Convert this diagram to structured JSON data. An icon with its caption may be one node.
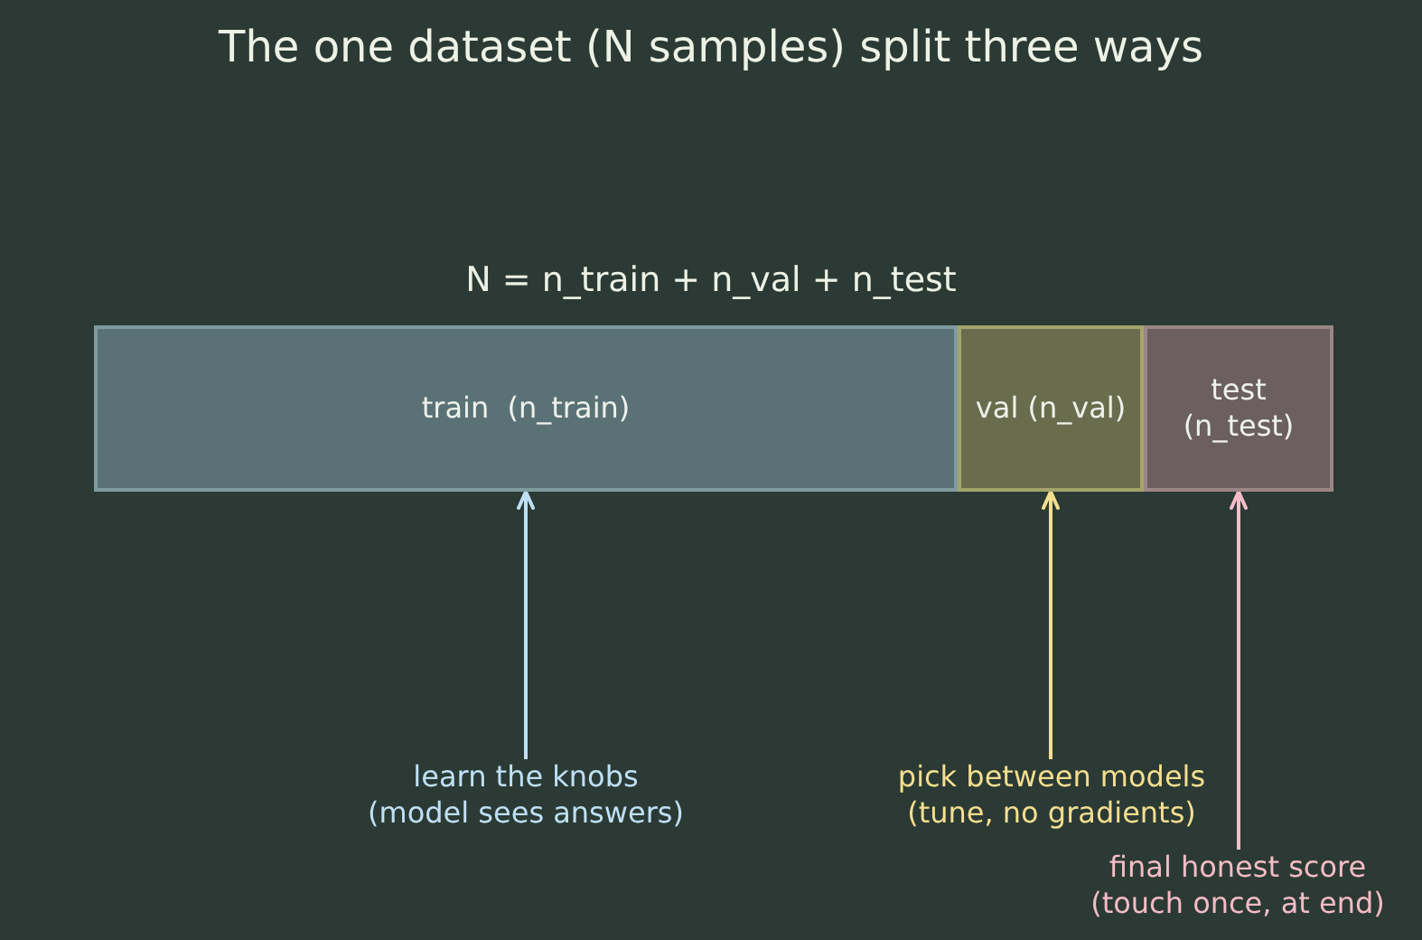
{
  "diagram": {
    "title": "The one dataset (N samples) split three ways",
    "nodes": [
      {
        "text": [
          "train  (n_train)"
        ]
      },
      {
        "text": [
          "val (n_val)"
        ]
      },
      {
        "text": [
          "test (n_test)"
        ]
      },
      {
        "text": [
          "learn the knobs (model sees answers)"
        ]
      },
      {
        "text": [
          "pick between models (tune, no gradients)"
        ]
      },
      {
        "text": [
          "final honest score (touch once, at end)"
        ]
      }
    ],
    "edges": [
      {
        "from": 3,
        "to": 0,
        "arrow": "to",
        "color": "#bfe0f5"
      },
      {
        "from": 4,
        "to": 1,
        "arrow": "to",
        "color": "#f5df8f"
      },
      {
        "from": 5,
        "to": 2,
        "arrow": "to",
        "color": "#f5bcc7"
      }
    ],
    "labels": [
      "N = n_train + n_val + n_test"
    ]
  }
}
